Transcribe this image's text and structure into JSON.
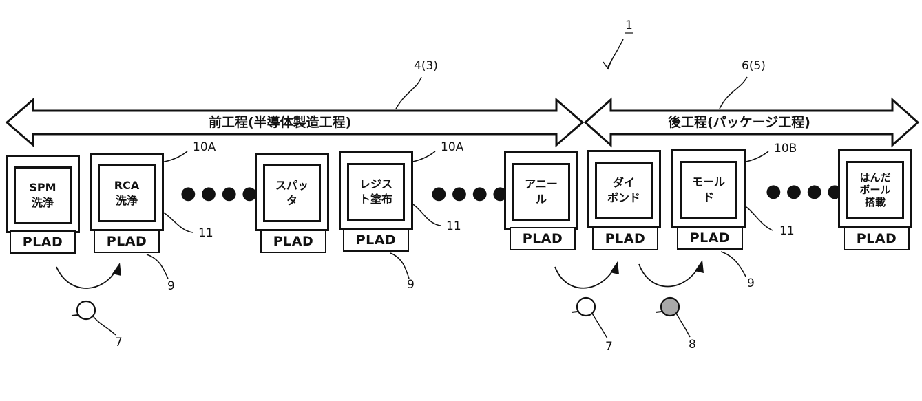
{
  "labels": {
    "system": "1",
    "front_ref": "4(3)",
    "back_ref": "6(5)",
    "front_band": "前工程(半導体製造工程)",
    "back_band": "後工程(パッケージ工程)",
    "ref_10A_1": "10A",
    "ref_10A_2": "10A",
    "ref_10B": "10B",
    "ref_11_1": "11",
    "ref_11_2": "11",
    "ref_11_3": "11",
    "ref_9_1": "9",
    "ref_9_2": "9",
    "ref_9_3": "9",
    "ref_7_1": "7",
    "ref_7_2": "7",
    "ref_8": "8",
    "ellipsis": "●●●●"
  },
  "machines": [
    {
      "name": "SPM\n洗浄",
      "plad": "PLAD"
    },
    {
      "name": "RCA\n洗浄",
      "plad": "PLAD"
    },
    {
      "name": "スパッ\nタ",
      "plad": "PLAD"
    },
    {
      "name": "レジス\nト塗布",
      "plad": "PLAD"
    },
    {
      "name": "アニー\nル",
      "plad": "PLAD"
    },
    {
      "name": "ダイ\nボンド",
      "plad": "PLAD"
    },
    {
      "name": "モール\nド",
      "plad": "PLAD"
    },
    {
      "name": "はんだ\nボール\n搭載",
      "plad": "PLAD"
    }
  ],
  "colors": {
    "line": "#111111",
    "carrier_empty": "#ffffff",
    "carrier_filled": "#a8a8a8"
  }
}
